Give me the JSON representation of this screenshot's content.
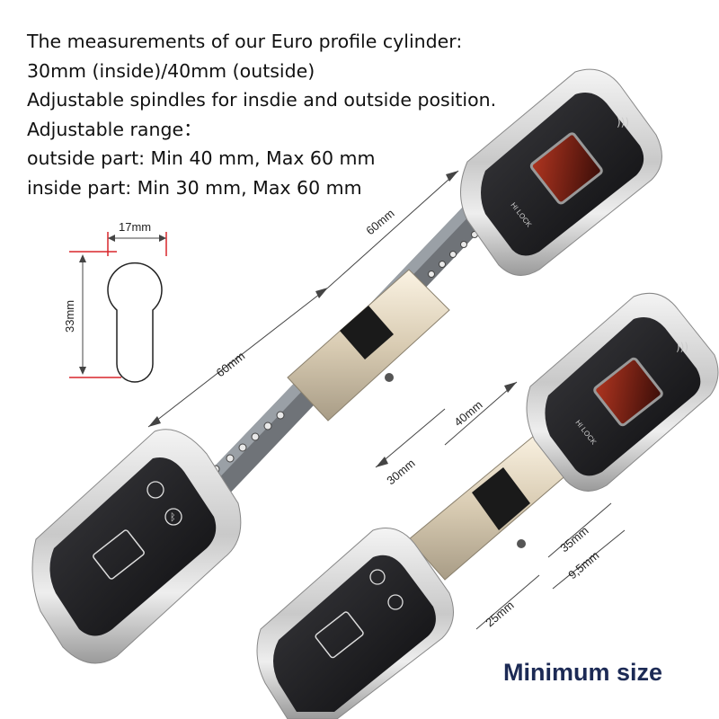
{
  "headline": {
    "lines": [
      "The measurements of our Euro profile cylinder:",
      "30mm (inside)/40mm (outside)",
      "Adjustable spindles for insdie and outside position.",
      "Adjustable range：",
      "outside part: Min 40 mm, Max 60 mm",
      "inside part: Min 30 mm, Max 60 mm"
    ]
  },
  "profile": {
    "width_label": "17mm",
    "height_label": "33mm"
  },
  "large_lock": {
    "outer_length_label": "60mm",
    "inner_length_label": "60mm",
    "brand_text": "HI LOCK"
  },
  "small_lock": {
    "outer_label": "40mm",
    "inner_label": "30mm",
    "right_label_1": "35mm",
    "right_label_2": "9,5mm",
    "bottom_label": "25mm",
    "brand_text": "HI LOCK"
  },
  "caption": "Minimum size",
  "colors": {
    "accent_red": "#d9262b",
    "caption_blue": "#1c2a55"
  }
}
